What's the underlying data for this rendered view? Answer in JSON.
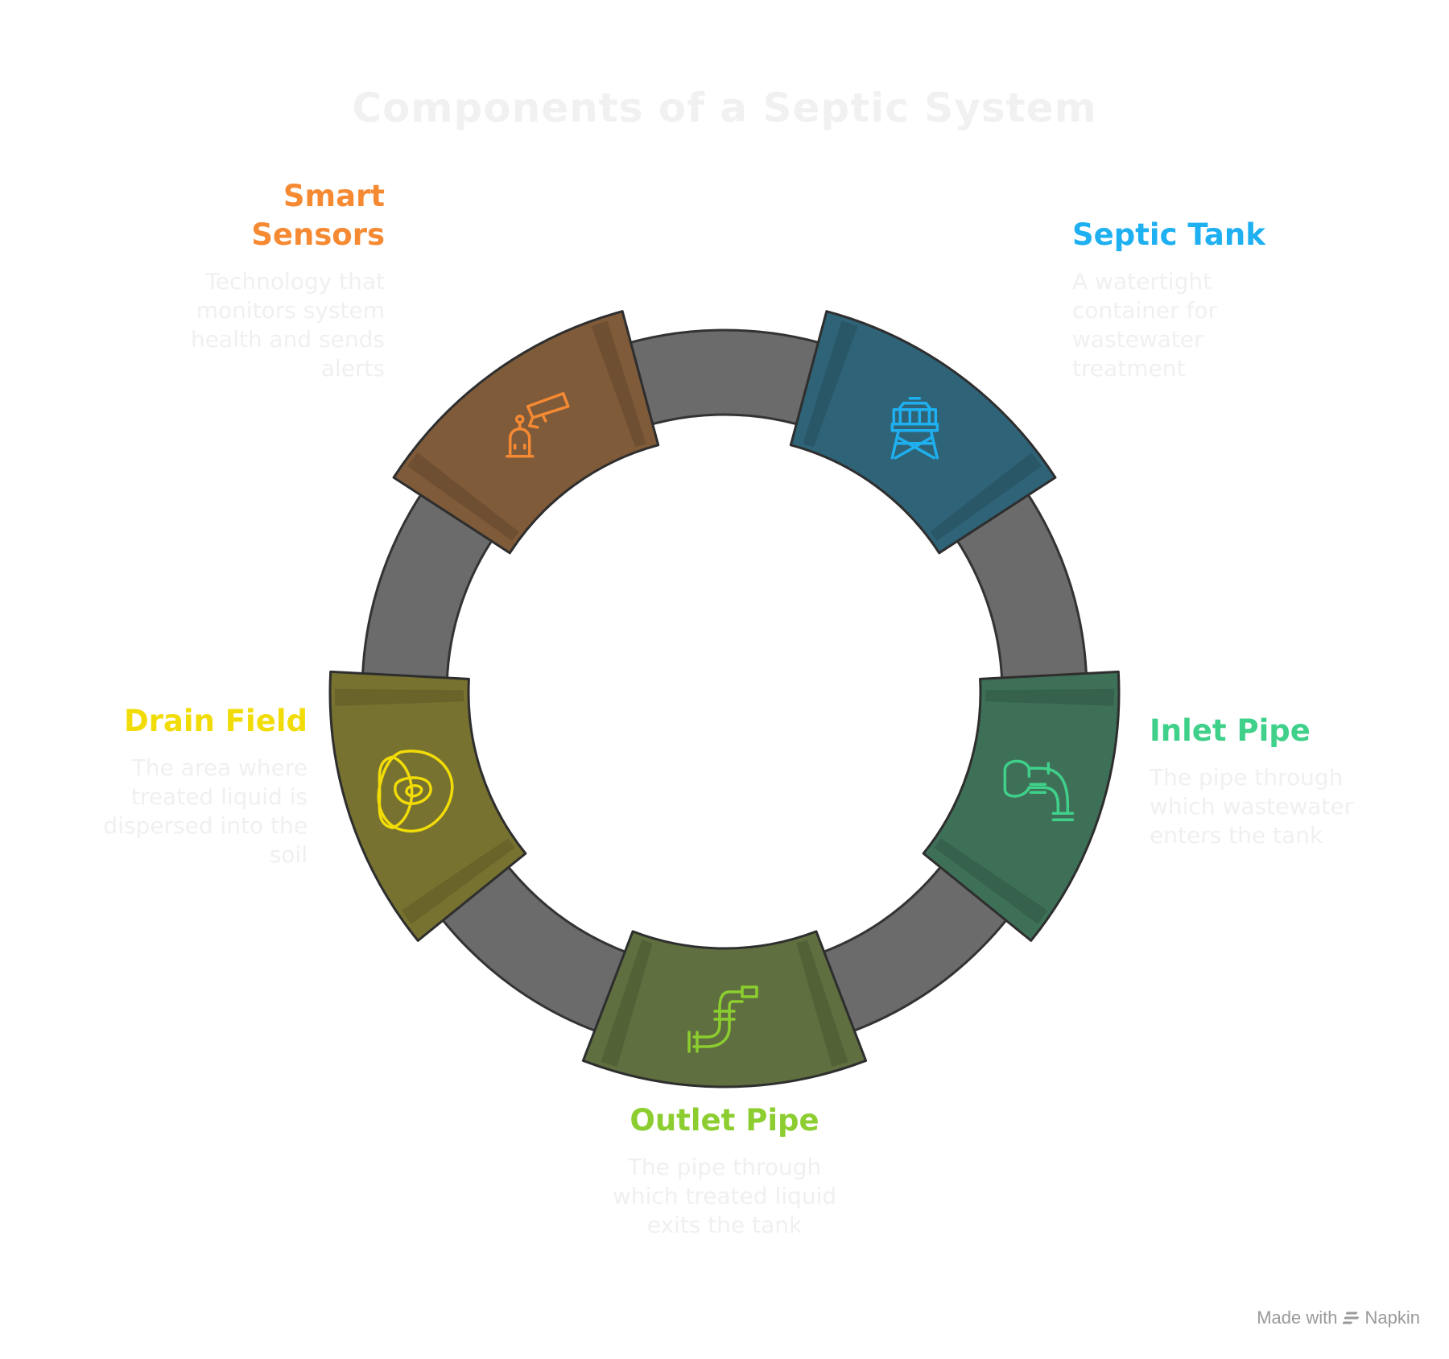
{
  "title": "Components of a Septic System",
  "items": [
    {
      "name": "Septic Tank",
      "description": "A watertight container for wastewater treatment",
      "color": "#1eb0f0",
      "segment_color": "#2f6377",
      "icon": "water-tower-icon"
    },
    {
      "name": "Inlet Pipe",
      "description": "The pipe through which wastewater enters the tank",
      "color": "#3fd08a",
      "segment_color": "#3e7058",
      "icon": "elbow-pipe-icon"
    },
    {
      "name": "Outlet Pipe",
      "description": "The pipe through which treated liquid exits the tank",
      "color": "#8ccd2f",
      "segment_color": "#5f6f3f",
      "icon": "s-pipe-icon"
    },
    {
      "name": "Drain Field",
      "description": "The area where treated liquid is dispersed into the soil",
      "color": "#f2dc07",
      "segment_color": "#777230",
      "icon": "drain-pad-icon"
    },
    {
      "name": "Smart Sensors",
      "description": "Technology that monitors system health and sends alerts",
      "color": "#f58a33",
      "segment_color": "#7f5b3a",
      "icon": "sensor-robot-icon"
    }
  ],
  "ring_color": "#6b6b6b",
  "footer": {
    "made_with": "Made with",
    "brand": "Napkin"
  }
}
